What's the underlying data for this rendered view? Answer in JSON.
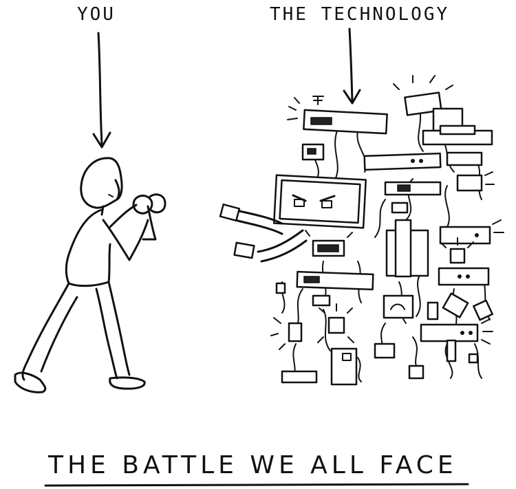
{
  "labels": {
    "you": "YOU",
    "technology": "THE TECHNOLOGY"
  },
  "caption": "THE BATTLE WE ALL FACE"
}
